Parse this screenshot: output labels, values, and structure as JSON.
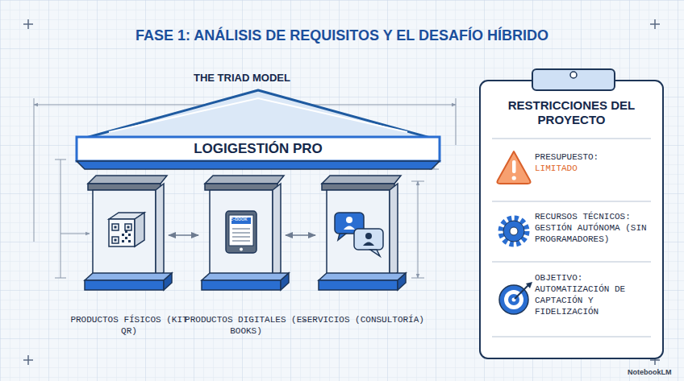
{
  "diagram": {
    "title": "FASE 1: ANÁLISIS DE REQUISITOS Y EL DESAFÍO HÍBRIDO",
    "nodes": [
      {
        "text": [
          "LOGIGESTIÓN PRO"
        ]
      },
      {
        "text": [
          "PRODUCTOS FÍSICOS (KIT QR)"
        ]
      },
      {
        "text": [
          "PRODUCTOS DIGITALES (E-BOOKS)"
        ]
      },
      {
        "text": [
          "SERVICIOS (CONSULTORÍA)"
        ]
      },
      {
        "text": [
          "RESTRICCIONES DEL PROYECTO"
        ]
      },
      {
        "text": [
          "PRESUPUESTO:",
          "LIMITADO"
        ],
        "in": 4
      },
      {
        "text": [
          "RECURSOS TÉCNICOS: GESTIÓN AUTÓNOMA (SIN PROGRAMADORES)"
        ],
        "in": 4
      },
      {
        "text": [
          "OBJETIVO: AUTOMATIZACIÓN DE CAPTACIÓN Y FIDELIZACIÓN"
        ],
        "in": 4
      }
    ],
    "edges": [
      {
        "from": 1,
        "to": 2,
        "arrow": "both"
      },
      {
        "from": 2,
        "to": 3,
        "arrow": "both"
      }
    ],
    "labels": [
      "THE TRIAD MODEL",
      "e-book",
      "NotebookLM"
    ]
  }
}
